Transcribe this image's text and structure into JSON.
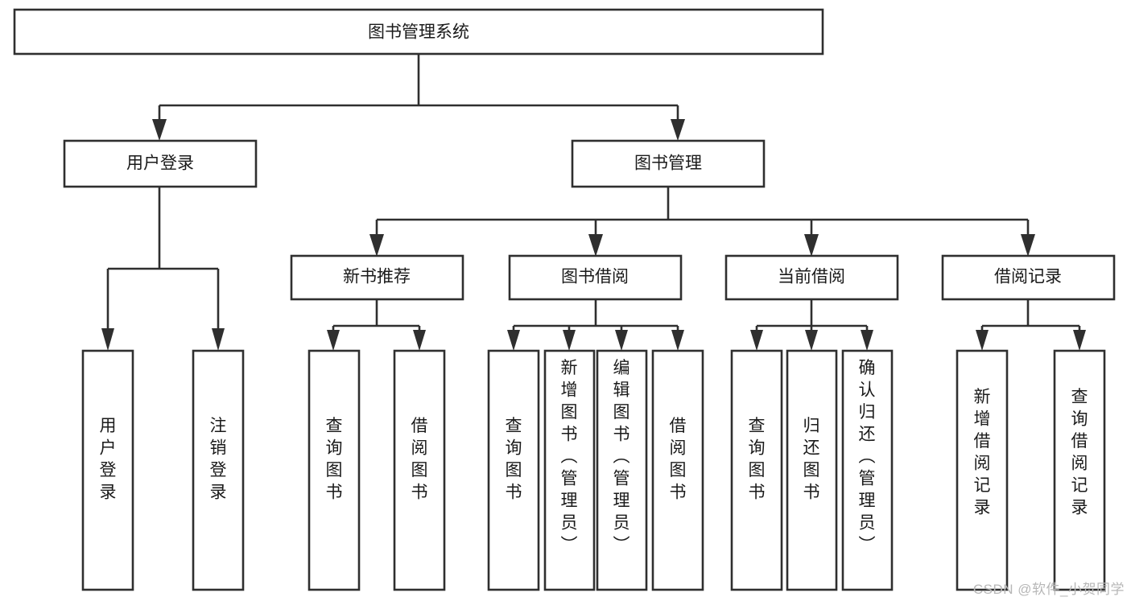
{
  "diagram": {
    "type": "tree",
    "title": "图书管理系统",
    "root": {
      "id": "root",
      "label": "图书管理系统",
      "orientation": "horizontal"
    },
    "level1": [
      {
        "id": "user-login",
        "label": "用户登录",
        "orientation": "horizontal"
      },
      {
        "id": "book-management",
        "label": "图书管理",
        "orientation": "horizontal"
      }
    ],
    "level2": [
      {
        "id": "new-book-recommend",
        "label": "新书推荐",
        "orientation": "horizontal",
        "parent": "book-management"
      },
      {
        "id": "book-borrow",
        "label": "图书借阅",
        "orientation": "horizontal",
        "parent": "book-management"
      },
      {
        "id": "current-borrow",
        "label": "当前借阅",
        "orientation": "horizontal",
        "parent": "book-management"
      },
      {
        "id": "borrow-record",
        "label": "借阅记录",
        "orientation": "horizontal",
        "parent": "book-management"
      }
    ],
    "leaves": [
      {
        "id": "leaf-user-login",
        "label": "用户登录",
        "orientation": "vertical",
        "parent": "user-login"
      },
      {
        "id": "leaf-logout",
        "label": "注销登录",
        "orientation": "vertical",
        "parent": "user-login"
      },
      {
        "id": "leaf-query-book-1",
        "label": "查询图书",
        "orientation": "vertical",
        "parent": "new-book-recommend"
      },
      {
        "id": "leaf-borrow-book-1",
        "label": "借阅图书",
        "orientation": "vertical",
        "parent": "new-book-recommend"
      },
      {
        "id": "leaf-query-book-2",
        "label": "查询图书",
        "orientation": "vertical",
        "parent": "book-borrow"
      },
      {
        "id": "leaf-add-book",
        "label": "新增图书（管理员）",
        "orientation": "vertical",
        "parent": "book-borrow"
      },
      {
        "id": "leaf-edit-book",
        "label": "编辑图书（管理员）",
        "orientation": "vertical",
        "parent": "book-borrow"
      },
      {
        "id": "leaf-borrow-book-2",
        "label": "借阅图书",
        "orientation": "vertical",
        "parent": "book-borrow"
      },
      {
        "id": "leaf-query-book-3",
        "label": "查询图书",
        "orientation": "vertical",
        "parent": "current-borrow"
      },
      {
        "id": "leaf-return-book",
        "label": "归还图书",
        "orientation": "vertical",
        "parent": "current-borrow"
      },
      {
        "id": "leaf-confirm-return",
        "label": "确认归还（管理员）",
        "orientation": "vertical",
        "parent": "current-borrow"
      },
      {
        "id": "leaf-add-record",
        "label": "新增借阅记录",
        "orientation": "vertical",
        "parent": "borrow-record"
      },
      {
        "id": "leaf-query-record",
        "label": "查询借阅记录",
        "orientation": "vertical",
        "parent": "borrow-record"
      }
    ],
    "colors": {
      "box_stroke": "#2f2f2f",
      "box_fill": "#ffffff",
      "connector": "#2f2f2f",
      "text": "#1a1a1a",
      "background": "#ffffff",
      "watermark": "#b7b7b7"
    }
  },
  "watermark": {
    "text": "CSDN @软件_小贺同学"
  }
}
